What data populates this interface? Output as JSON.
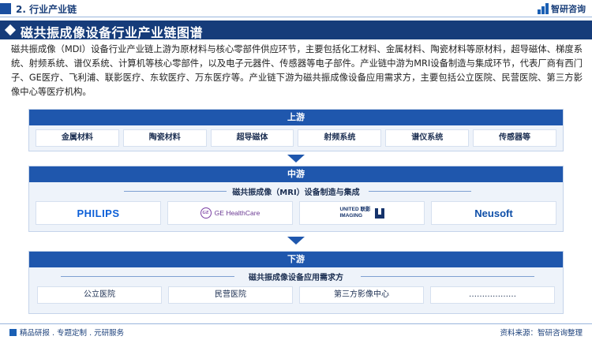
{
  "header": {
    "section": "2. 行业产业链",
    "brand": "智研咨询"
  },
  "title": "磁共振成像设备行业产业链图谱",
  "description": "磁共振成像（MDI）设备行业产业链上游为原材料与核心零部件供应环节，主要包括化工材料、金属材料、陶瓷材料等原材料，超导磁体、梯度系统、射频系统、谱仪系统、计算机等核心零部件，以及电子元器件、传感器等电子部件。产业链中游为MRI设备制造与集成环节，代表厂商有西门子、GE医疗、飞利浦、联影医疗、东软医疗、万东医疗等。产业链下游为磁共振成像设备应用需求方，主要包括公立医院、民营医院、第三方影像中心等医疗机构。",
  "upstream": {
    "label": "上游",
    "items": [
      "金属材料",
      "陶瓷材料",
      "超导磁体",
      "射频系统",
      "谱仪系统",
      "传感器等"
    ]
  },
  "midstream": {
    "label": "中游",
    "sublabel": "磁共振成像（MRI）设备制造与集成",
    "logos": {
      "philips": "PHILIPS",
      "ge_mark": "GE",
      "ge_text": "GE HealthCare",
      "united_en1": "UNITED",
      "united_cn": "联影",
      "united_en2": "IMAGING",
      "neusoft": "Neusoft"
    }
  },
  "downstream": {
    "label": "下游",
    "sublabel": "磁共振成像设备应用需求方",
    "items": [
      "公立医院",
      "民营医院",
      "第三方影像中心",
      "………………"
    ]
  },
  "footer": {
    "left": "精品研报 . 专题定制 . 元研服务",
    "right": "资料来源：智研咨询整理"
  },
  "colors": {
    "primary": "#163c7a",
    "accent": "#1f57ad",
    "panel": "#eef3fa"
  }
}
